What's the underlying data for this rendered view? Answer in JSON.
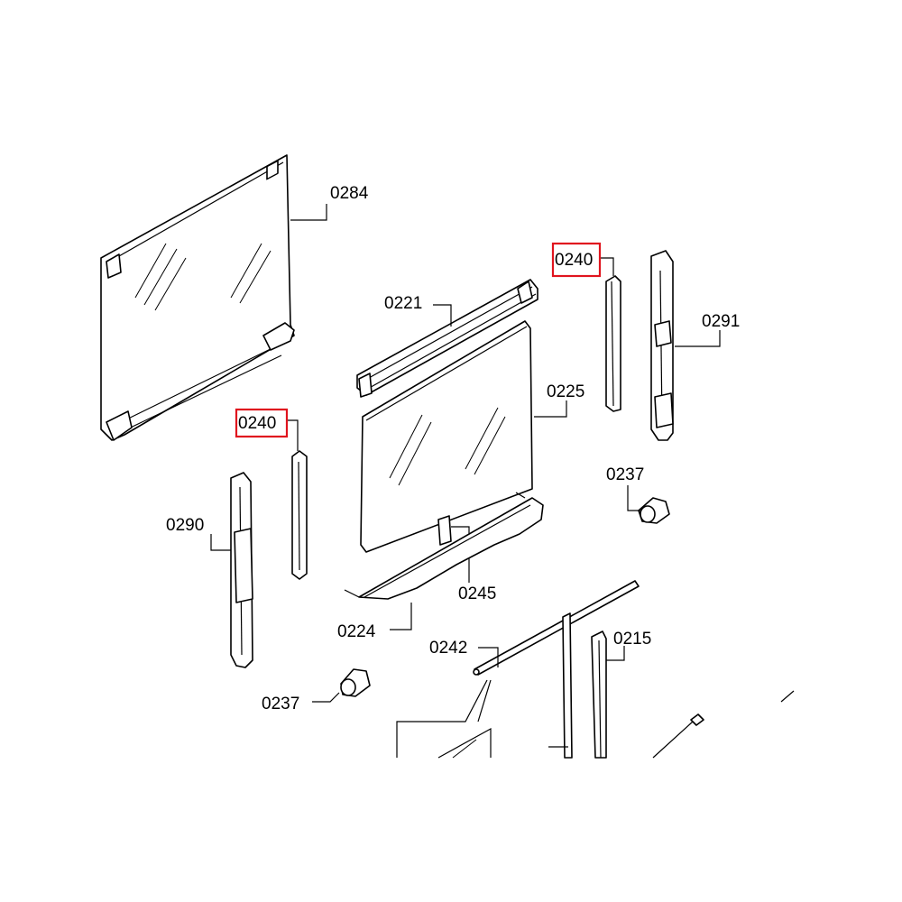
{
  "highlight_color": "#e0141e",
  "labels": {
    "p0284": "0284",
    "p0221": "0221",
    "p0240a": "0240",
    "p0240b": "0240",
    "p0291": "0291",
    "p0225": "0225",
    "p0237a": "0237",
    "p0237b": "0237",
    "p0290": "0290",
    "p0245": "0245",
    "p0224": "0224",
    "p0242": "0242",
    "p0215": "0215"
  }
}
